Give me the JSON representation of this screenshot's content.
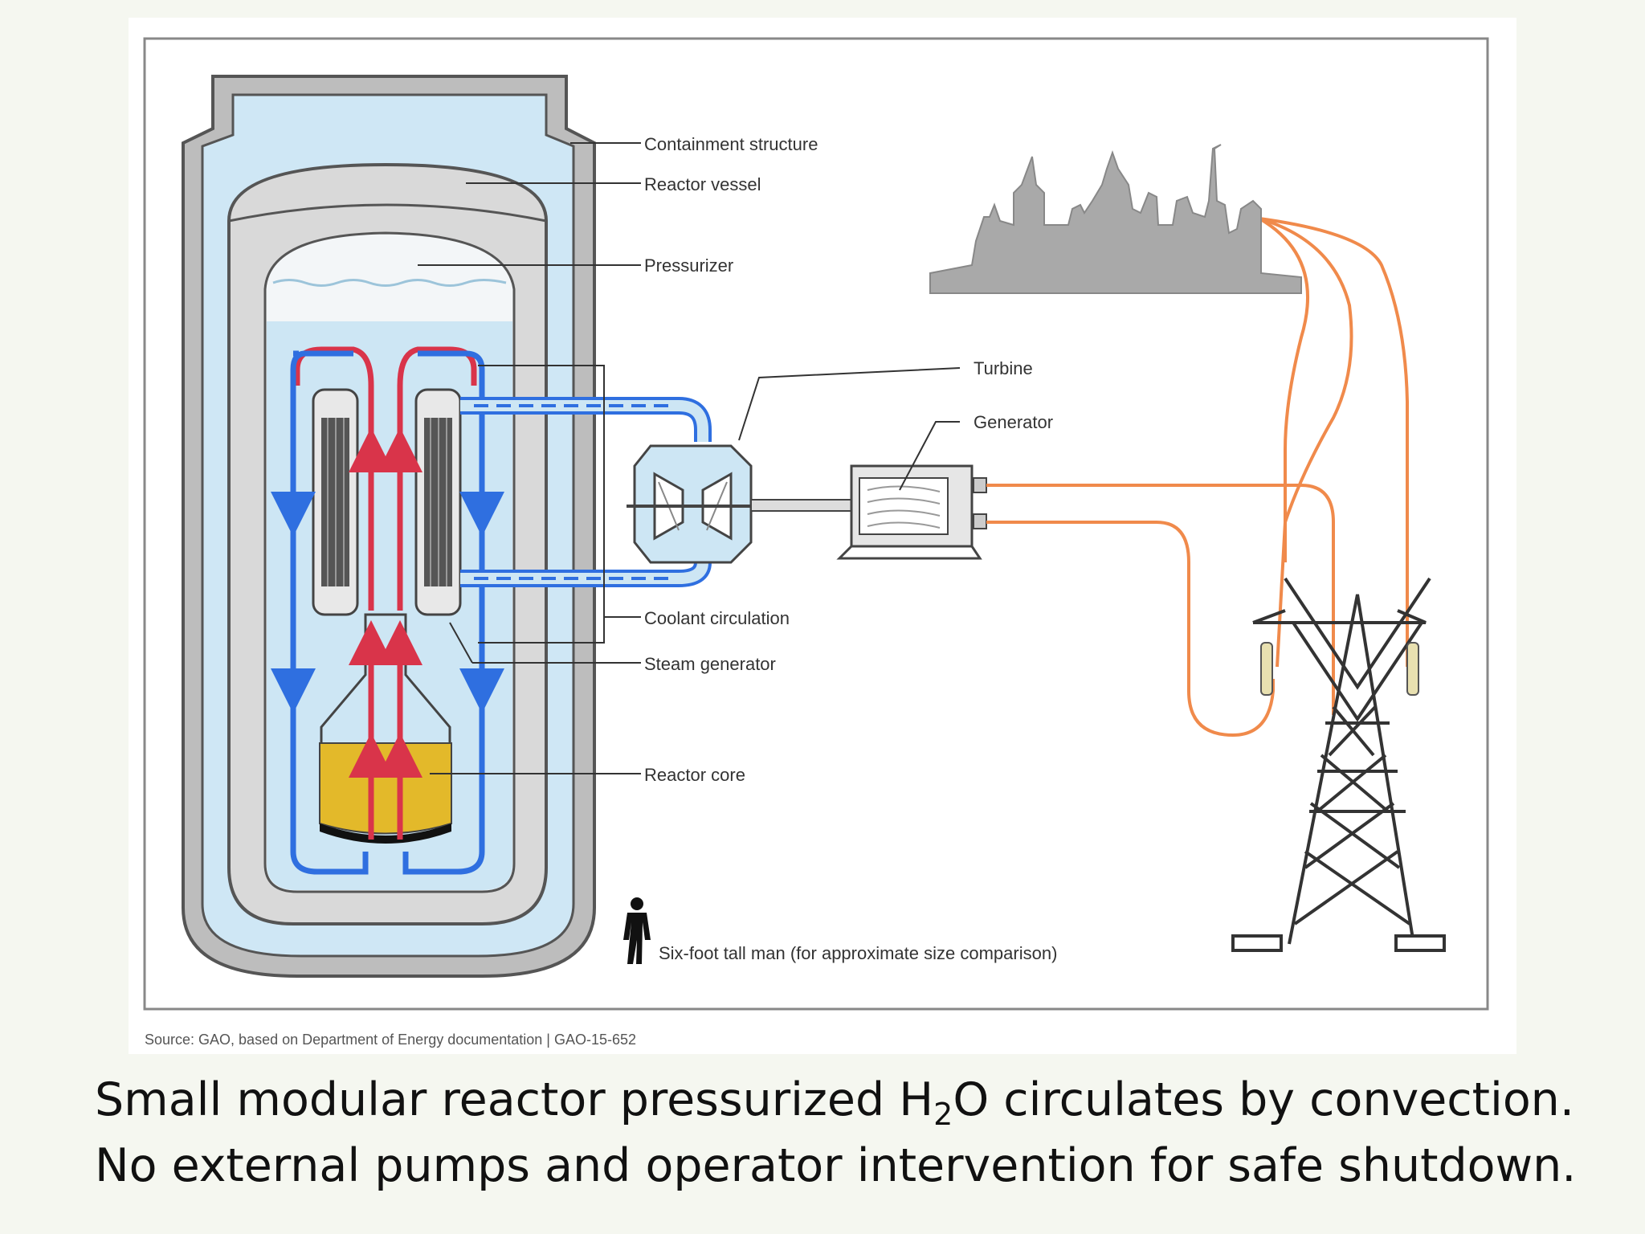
{
  "diagram": {
    "labels": {
      "containment": "Containment structure",
      "vessel": "Reactor vessel",
      "pressurizer": "Pressurizer",
      "turbine": "Turbine",
      "generator": "Generator",
      "coolant": "Coolant circulation",
      "steam_gen": "Steam generator",
      "core": "Reactor core",
      "man": "Six-foot tall man (for approximate size comparison)"
    },
    "source": "Source: GAO, based on Department of Energy documentation  |  GAO-15-652",
    "icons": [
      "city-skyline-icon",
      "transmission-tower-icon",
      "person-icon",
      "turbine-icon",
      "generator-icon"
    ],
    "colors": {
      "hot_coolant": "#d9344a",
      "cool_coolant": "#2f6fe0",
      "water": "#cde6f4",
      "power_line": "#f08a4b",
      "core_fuel": "#e3b92a"
    }
  },
  "caption": {
    "line1_before": "Small modular reactor pressurized H",
    "line1_sub": "2",
    "line1_after": "O circulates by convection.",
    "line2": "No external pumps and operator intervention for safe shutdown."
  }
}
